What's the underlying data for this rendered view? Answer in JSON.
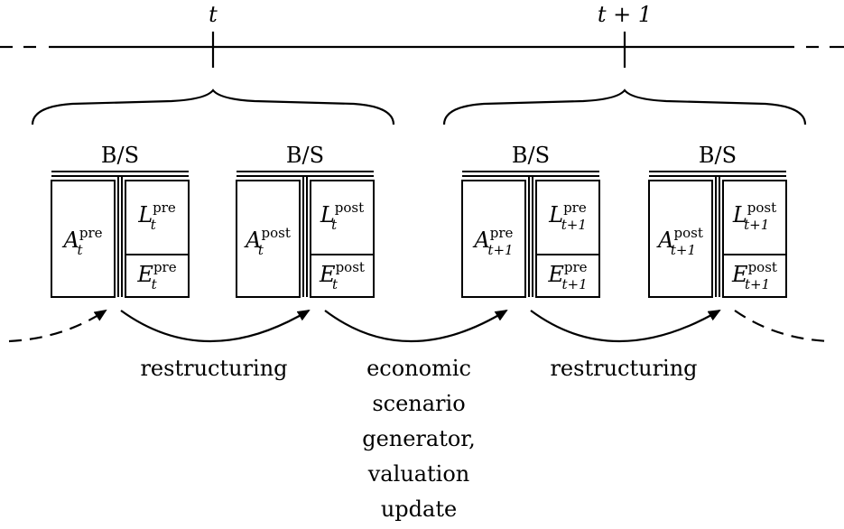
{
  "timeline": {
    "ticks": [
      {
        "label": "t"
      },
      {
        "label": "t + 1"
      }
    ]
  },
  "balance_sheets": [
    {
      "header": "B/S",
      "asset_base": "A",
      "asset_sup": "pre",
      "asset_sub": "t",
      "liab_base": "L",
      "liab_sup": "pre",
      "liab_sub": "t",
      "equity_base": "E",
      "equity_sup": "pre",
      "equity_sub": "t"
    },
    {
      "header": "B/S",
      "asset_base": "A",
      "asset_sup": "post",
      "asset_sub": "t",
      "liab_base": "L",
      "liab_sup": "post",
      "liab_sub": "t",
      "equity_base": "E",
      "equity_sup": "post",
      "equity_sub": "t"
    },
    {
      "header": "B/S",
      "asset_base": "A",
      "asset_sup": "pre",
      "asset_sub": "t+1",
      "liab_base": "L",
      "liab_sup": "pre",
      "liab_sub": "t+1",
      "equity_base": "E",
      "equity_sup": "pre",
      "equity_sub": "t+1"
    },
    {
      "header": "B/S",
      "asset_base": "A",
      "asset_sup": "post",
      "asset_sub": "t+1",
      "liab_base": "L",
      "liab_sup": "post",
      "liab_sub": "t+1",
      "equity_base": "E",
      "equity_sup": "post",
      "equity_sub": "t+1"
    }
  ],
  "transitions": {
    "restructuring_1": "restructuring",
    "scenario_lines": [
      "economic",
      "scenario",
      "generator,",
      "valuation",
      "update"
    ],
    "restructuring_2": "restructuring"
  }
}
